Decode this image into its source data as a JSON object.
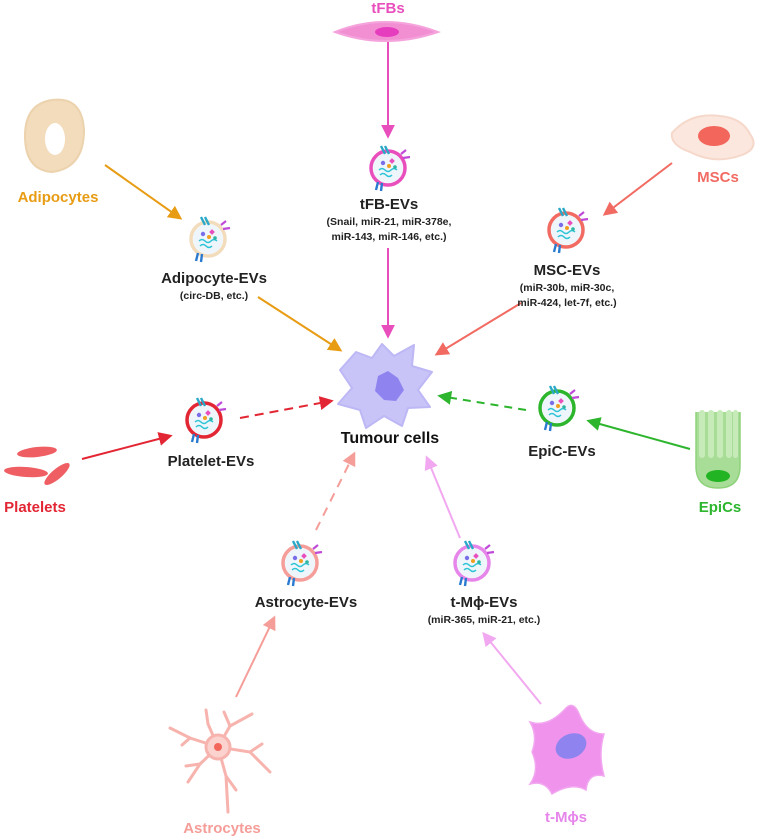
{
  "center": {
    "label": "Tumour cells"
  },
  "cells": {
    "tfbs": {
      "label": "tFBs",
      "color": "#e94ebd"
    },
    "mscs": {
      "label": "MSCs",
      "color": "#f16b62"
    },
    "adipocytes": {
      "label": "Adipocytes",
      "color": "#e89c14"
    },
    "platelets": {
      "label": "Platelets",
      "color": "#e32634"
    },
    "epics": {
      "label": "EpiCs",
      "color": "#2db52d"
    },
    "astrocytes": {
      "label": "Astrocytes",
      "color": "#f59d98"
    },
    "tmphis": {
      "label": "t-Mϕs",
      "color": "#e685ea"
    }
  },
  "evs": {
    "tfb": {
      "label": "tFB-EVs",
      "cargo1": "(Snail, miR-21, miR-378e,",
      "cargo2": "miR-143, miR-146, etc.)"
    },
    "msc": {
      "label": "MSC-EVs",
      "cargo1": "(miR-30b, miR-30c,",
      "cargo2": "miR-424, let-7f, etc.)"
    },
    "adipocyte": {
      "label": "Adipocyte-EVs",
      "cargo1": "(circ-DB, etc.)"
    },
    "platelet": {
      "label": "Platelet-EVs"
    },
    "epic": {
      "label": "EpiC-EVs"
    },
    "astrocyte": {
      "label": "Astrocyte-EVs"
    },
    "tmphi": {
      "label": "t-Mϕ-EVs",
      "cargo1": "(miR-365, miR-21, etc.)"
    }
  }
}
